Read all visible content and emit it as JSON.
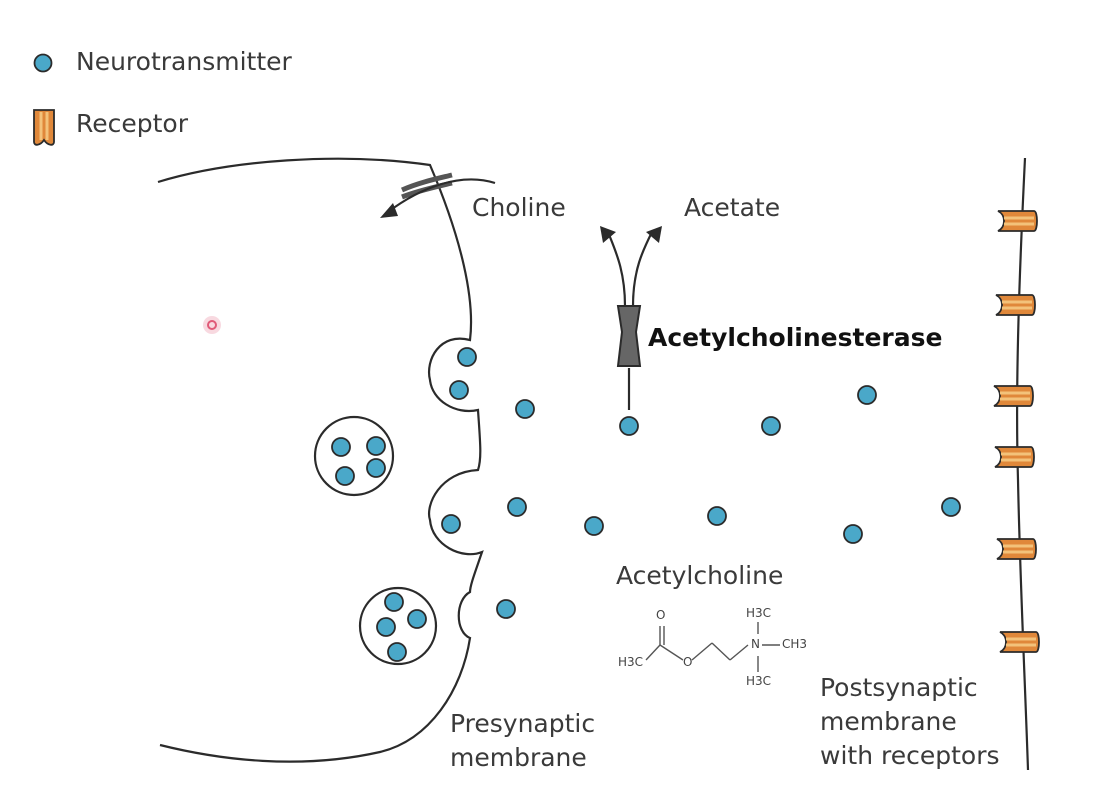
{
  "legend": {
    "neurotransmitter": "Neurotransmitter",
    "receptor": "Receptor"
  },
  "labels": {
    "choline": "Choline",
    "acetate": "Acetate",
    "enzyme": "Acetylcholinesterase",
    "acetylcholine": "Acetylcholine",
    "presynaptic_1": "Presynaptic",
    "presynaptic_2": "membrane",
    "postsynaptic_1": "Postsynaptic",
    "postsynaptic_2": "membrane",
    "postsynaptic_3": "with receptors"
  },
  "structure_labels": {
    "ch3_top": "H3C",
    "ch3_right": "CH3",
    "ch3_bottom": "H3C",
    "ch3_left": "H3C",
    "oxygen_carbonyl": "O",
    "oxygen_ester": "O",
    "nitrogen": "N"
  },
  "colors": {
    "neurotransmitter_fill": "#4aa8c9",
    "receptor_fill": "#e0883a",
    "receptor_stripe": "#f3c27a",
    "enzyme_fill": "#666666",
    "line": "#2b2b2b",
    "cursor": "#e05a78"
  }
}
